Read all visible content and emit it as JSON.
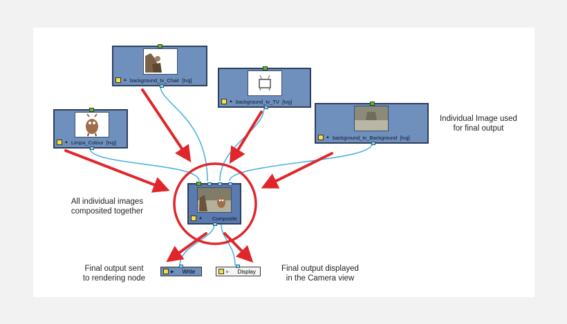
{
  "nodes": {
    "chair": "background_tv_Chair",
    "chair_tag": "[tvg]",
    "tv": "background_tv_TV",
    "tv_tag": "[tvg]",
    "limpa": "Limpa_Colour",
    "limpa_tag": "[tvg]",
    "background": "background_tv_Background",
    "background_tag": "[tvg]",
    "composite": "Composite",
    "write": "Write",
    "display": "Display"
  },
  "annotations": {
    "individual_line1": "Individual Image used",
    "individual_line2": "for final output",
    "composited_line1": "All individual images",
    "composited_line2": "composited together",
    "sent_line1": "Final output sent",
    "sent_line2": "to rendering node",
    "displayed_line1": "Final output displayed",
    "displayed_line2": "in the Camera view"
  },
  "colors": {
    "node_fill": "#6f8fbd",
    "arrow": "#e0262a",
    "wire": "#49b3e0",
    "port_green": "#68b238"
  }
}
